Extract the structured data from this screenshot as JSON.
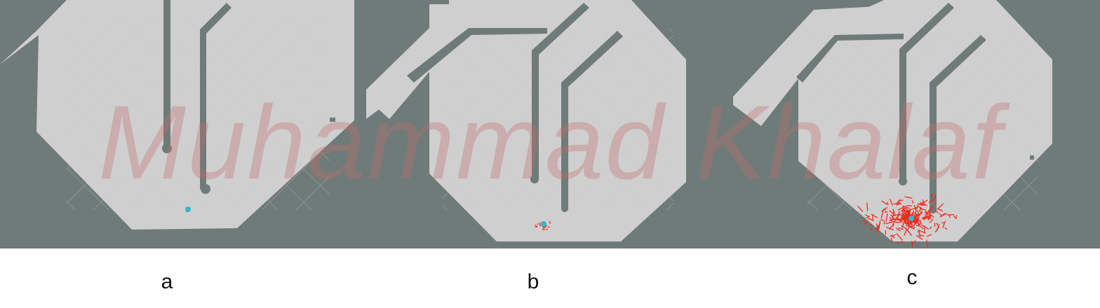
{
  "panels": [
    {
      "id": "a",
      "label": "a",
      "particle_spread": "small"
    },
    {
      "id": "b",
      "label": "b",
      "particle_spread": "medium"
    },
    {
      "id": "c",
      "label": "c",
      "particle_spread": "large"
    }
  ],
  "watermark": "Muhammad Khalaf",
  "colors": {
    "background": "#6e7b79",
    "free_space": "#cfcfcf",
    "grid": "#c2c7c9",
    "particles": "#ef2a1f",
    "robot": "#37b6c9",
    "wall": "#6e7b79"
  }
}
